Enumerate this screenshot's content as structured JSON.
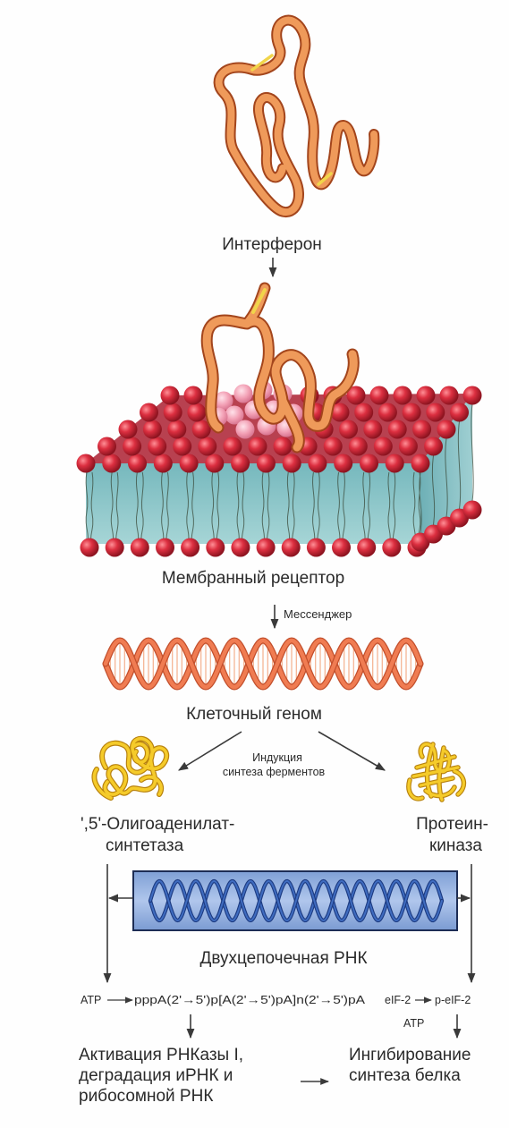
{
  "labels": {
    "interferon": "Интерферон",
    "membrane_receptor": "Мембранный рецептор",
    "messenger": "Мессенджер",
    "cell_genome": "Клеточный геном",
    "enzyme_induction_line1": "Индукция",
    "enzyme_induction_line2": "синтеза ферментов",
    "oligo_line1": "',5'-Олигоаденилат-",
    "oligo_line2": "синтетаза",
    "kinase_line1": "Протеин-",
    "kinase_line2": "киназа",
    "dsrna": "Двухцепочечная РНК",
    "reaction_atp": "ATP",
    "reaction_oligo": "pppA(2'→5')p[A(2'→5')pA]n(2'→5')pA",
    "reaction_eif": "eIF-2",
    "reaction_peif": "p-eIF-2",
    "reaction_atp2": "ATP",
    "activation_line1": "Активация РНКазы I,",
    "activation_line2": "деградация иРНК и",
    "activation_line3": "рибосомной РНК",
    "inhibition_line1": "Ингибирование",
    "inhibition_line2": "синтеза белка"
  },
  "colors": {
    "protein_orange": "#e8894a",
    "protein_outline": "#a8461c",
    "disulfide_yellow": "#f1d54a",
    "lipid_head": "#d42a3a",
    "lipid_tail": "#8ac6c9",
    "dna_orange": "#f07c52",
    "enzyme_yellow": "#f2c21f",
    "rna_blue": "#2f5aa8",
    "rna_box": "#9bb5e2"
  }
}
